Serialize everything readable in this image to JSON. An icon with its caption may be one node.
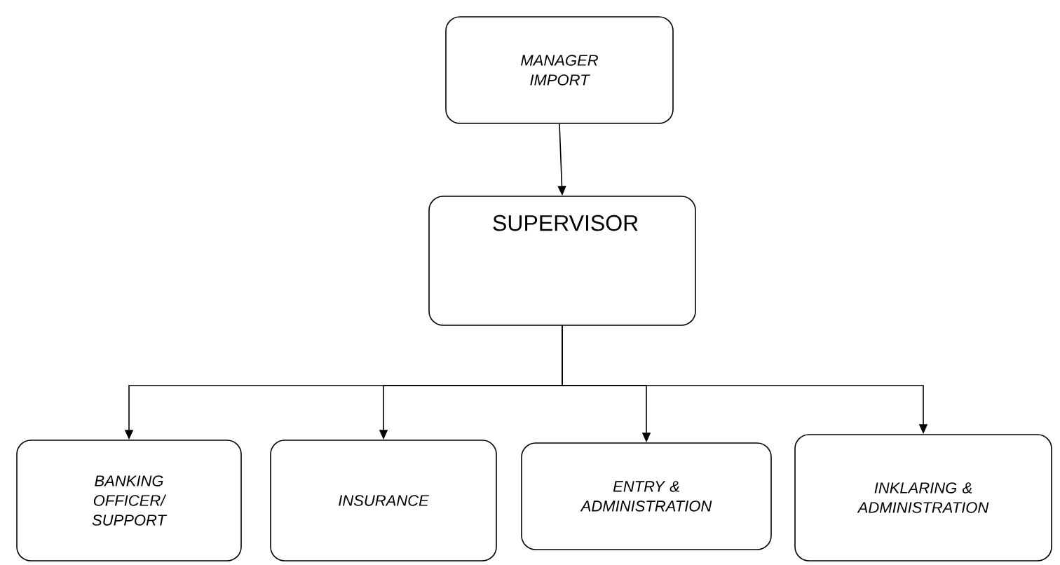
{
  "diagram": {
    "nodes": [
      {
        "text": [
          "MANAGER IMPORT"
        ]
      },
      {
        "text": [
          "SUPERVISOR"
        ]
      },
      {
        "text": [
          "BANKING OFFICER/ SUPPORT"
        ]
      },
      {
        "text": [
          "INSURANCE"
        ]
      },
      {
        "text": [
          "ENTRY & ADMINISTRATION"
        ]
      },
      {
        "text": [
          "INKLARING & ADMINISTRATION"
        ]
      }
    ],
    "edges": [
      {
        "from": 0,
        "to": 1,
        "arrow": "to"
      },
      {
        "from": 1,
        "to": 2,
        "arrow": "to"
      },
      {
        "from": 1,
        "to": 3,
        "arrow": "to"
      },
      {
        "from": 1,
        "to": 4,
        "arrow": "to"
      },
      {
        "from": 1,
        "to": 5,
        "arrow": "to"
      }
    ]
  }
}
